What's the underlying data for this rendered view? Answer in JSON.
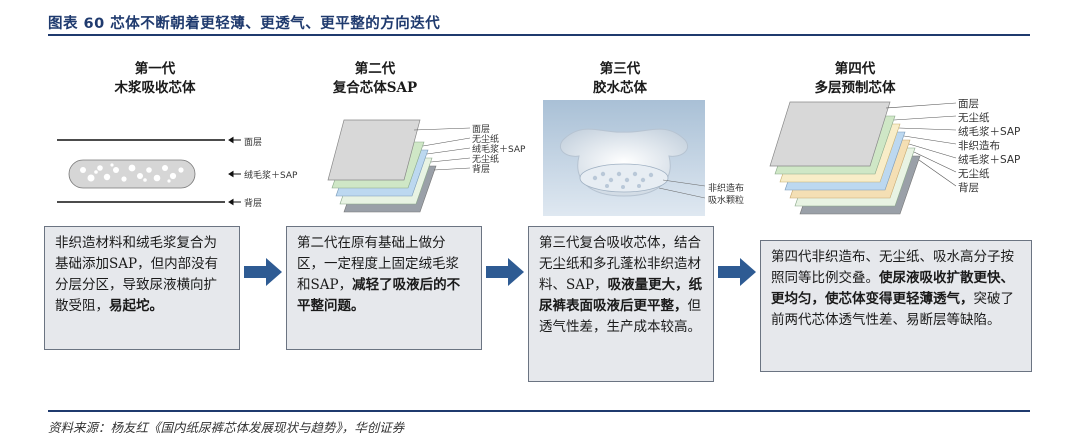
{
  "figure": {
    "title": "图表 60    芯体不断朝着更轻薄、更透气、更平整的方向迭代",
    "source": "资料来源：杨友红《国内纸尿裤芯体发展现状与趋势》，华创证券"
  },
  "gen1": {
    "title_line1": "第一代",
    "title_line2": "木浆吸收芯体",
    "layers": [
      "面层",
      "绒毛浆＋SAP",
      "背层"
    ],
    "text_parts": [
      "非织造材料和绒毛浆复合为基础添加SAP，但内部没有分层分区，导致尿液横向扩散受阻，",
      "易起坨。"
    ]
  },
  "gen2": {
    "title_line1": "第二代",
    "title_line2": "复合芯体SAP",
    "layers": [
      "面层",
      "无尘纸",
      "绒毛浆＋SAP",
      "无尘纸",
      "背层"
    ],
    "text_parts": [
      "第二代在原有基础上做分区，一定程度上固定绒毛浆和SAP，",
      "减轻了吸液后的不平整问题。"
    ]
  },
  "gen3": {
    "title_line1": "第三代",
    "title_line2": "胶水芯体",
    "layers": [
      "非织造布",
      "吸水颗粒"
    ],
    "text_parts": [
      "第三代复合吸收芯体，结合无尘纸和多孔蓬松非织造材料、SAP，",
      "吸液量更大，纸尿裤表面吸液后更平整，",
      "但透气性差，生产成本较高。"
    ]
  },
  "gen4": {
    "title_line1": "第四代",
    "title_line2": "多层预制芯体",
    "layers": [
      "面层",
      "无尘纸",
      "绒毛浆＋SAP",
      "非织造布",
      "绒毛浆＋SAP",
      "无尘纸",
      "背层"
    ],
    "text_parts": [
      "第四代非织造布、无尘纸、吸水高分子按照同等比例交叠。",
      "使尿液吸收扩散更快、更均匀，使芯体变得更轻薄透气，",
      "突破了前两代芯体透气性差、易断层等缺陷。"
    ]
  },
  "colors": {
    "title": "#1f3a6e",
    "arrow": "#2e5b93",
    "box_bg": "#e6e8ec",
    "box_border": "#6b7482"
  }
}
